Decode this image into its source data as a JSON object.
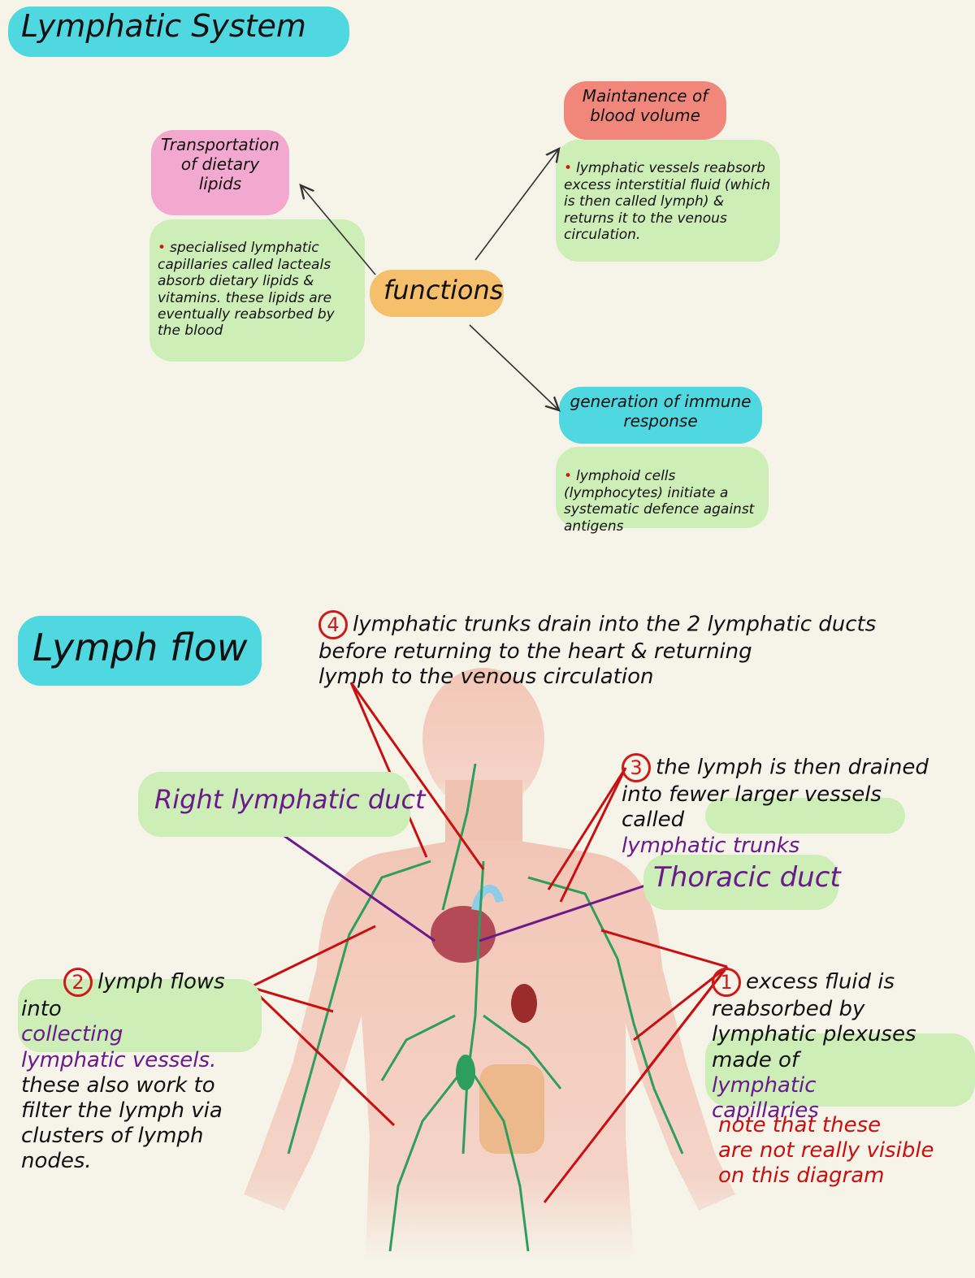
{
  "title": "Lymphatic System",
  "functions_label": "functions",
  "branches": {
    "lipids": {
      "heading": "Transportation\nof dietary\nlipids",
      "body": "specialised lymphatic capillaries called lacteals absorb dietary lipids & vitamins. these lipids are eventually reabsorbed by the blood"
    },
    "blood_volume": {
      "heading": "Maintanence of\nblood volume",
      "body": "lymphatic vessels reabsorb excess interstitial fluid (which is then called lymph) & returns it to the venous circulation."
    },
    "immune": {
      "heading": "generation of immune\nresponse",
      "body": "lymphoid cells (lymphocytes) initiate a systematic defence against antigens"
    }
  },
  "lymph_flow_title": "Lymph flow",
  "steps": {
    "s1": {
      "num": "1",
      "text_a": "excess fluid is\nreabsorbed by\nlymphatic plexuses\nmade of",
      "highlight": "lymphatic\ncapillaries",
      "note": "note that these\nare not really visible\non this diagram"
    },
    "s2": {
      "num": "2",
      "text_a": "lymph flows\ninto",
      "highlight": "collecting\nlymphatic vessels.",
      "text_b": "these also work to\nfilter the lymph via\nclusters of lymph\nnodes."
    },
    "s3": {
      "num": "3",
      "text_a": "the lymph is then drained\ninto fewer larger vessels\ncalled",
      "highlight": "lymphatic trunks"
    },
    "s4": {
      "num": "4",
      "text": "lymphatic trunks drain into the 2 lymphatic ducts\nbefore returning to the heart & returning\nlymph to the venous circulation"
    }
  },
  "labels": {
    "right_duct": "Right lymphatic duct",
    "thoracic_duct": "Thoracic duct"
  },
  "colors": {
    "cyan": "#4fd8e0",
    "pink": "#f3a9cf",
    "salmon": "#f0877a",
    "green": "#cdeeb7",
    "orange": "#f5bf6c",
    "purple": "#6a1a8c",
    "red": "#c90f0f",
    "lymph_green": "#2e9e5e",
    "skin": "#f3cbbd"
  }
}
